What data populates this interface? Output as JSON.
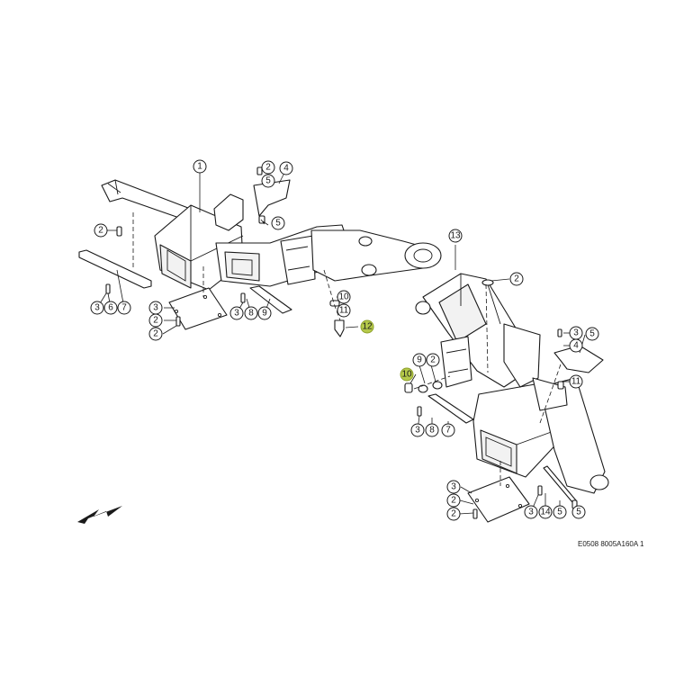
{
  "diagram": {
    "reference_code": "E0508 8005A160A 1",
    "highlight_color": "#b5c94a",
    "direction_arrow_icon": "arrow-down-left-icon",
    "callouts": [
      {
        "id": "c1",
        "label": "1",
        "highlighted": false
      },
      {
        "id": "c2",
        "label": "2",
        "highlighted": false
      },
      {
        "id": "c3",
        "label": "4",
        "highlighted": false
      },
      {
        "id": "c4",
        "label": "5",
        "highlighted": false
      },
      {
        "id": "c5",
        "label": "5",
        "highlighted": false
      },
      {
        "id": "c6",
        "label": "2",
        "highlighted": false
      },
      {
        "id": "c7",
        "label": "3",
        "highlighted": false
      },
      {
        "id": "c8",
        "label": "6",
        "highlighted": false
      },
      {
        "id": "c9",
        "label": "7",
        "highlighted": false
      },
      {
        "id": "c10",
        "label": "3",
        "highlighted": false
      },
      {
        "id": "c11",
        "label": "2",
        "highlighted": false
      },
      {
        "id": "c12",
        "label": "2",
        "highlighted": false
      },
      {
        "id": "c13",
        "label": "3",
        "highlighted": false
      },
      {
        "id": "c14",
        "label": "8",
        "highlighted": false
      },
      {
        "id": "c15",
        "label": "9",
        "highlighted": false
      },
      {
        "id": "c16",
        "label": "10",
        "highlighted": false
      },
      {
        "id": "c17",
        "label": "11",
        "highlighted": true
      },
      {
        "id": "c18",
        "label": "12",
        "highlighted": false
      },
      {
        "id": "c19",
        "label": "13",
        "highlighted": false
      },
      {
        "id": "c20",
        "label": "2",
        "highlighted": false
      },
      {
        "id": "c21",
        "label": "3",
        "highlighted": false
      },
      {
        "id": "c22",
        "label": "4",
        "highlighted": false
      },
      {
        "id": "c23",
        "label": "5",
        "highlighted": false
      },
      {
        "id": "c24",
        "label": "11",
        "highlighted": true
      },
      {
        "id": "c25",
        "label": "10",
        "highlighted": false
      },
      {
        "id": "c26",
        "label": "9",
        "highlighted": false
      },
      {
        "id": "c27",
        "label": "2",
        "highlighted": false
      },
      {
        "id": "c28",
        "label": "3",
        "highlighted": false
      },
      {
        "id": "c29",
        "label": "8",
        "highlighted": false
      },
      {
        "id": "c30",
        "label": "7",
        "highlighted": false
      },
      {
        "id": "c31",
        "label": "3",
        "highlighted": false
      },
      {
        "id": "c32",
        "label": "2",
        "highlighted": false
      },
      {
        "id": "c33",
        "label": "2",
        "highlighted": false
      },
      {
        "id": "c34",
        "label": "3",
        "highlighted": false
      },
      {
        "id": "c35",
        "label": "14",
        "highlighted": false
      },
      {
        "id": "c36",
        "label": "5",
        "highlighted": false
      }
    ]
  }
}
